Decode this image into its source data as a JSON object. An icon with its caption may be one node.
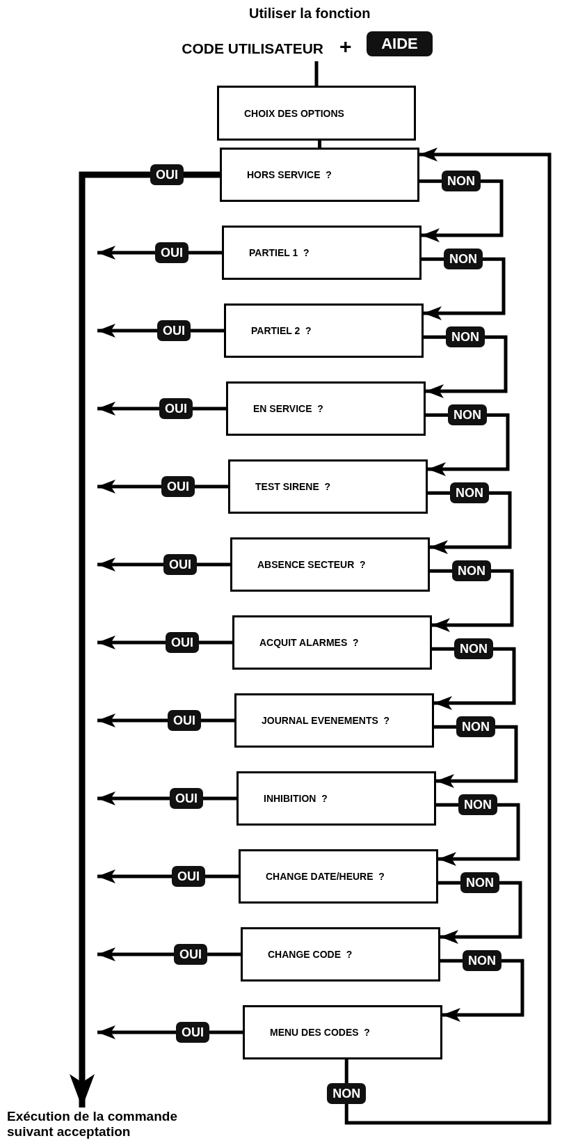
{
  "diagram": {
    "nodes": [
      {
        "text": [
          "CODE UTILISATEUR"
        ]
      },
      {
        "text": [
          "AIDE"
        ]
      },
      {
        "text": [
          "CHOIX DES OPTIONS"
        ]
      },
      {
        "text": [
          "HORS SERVICE  ?"
        ]
      },
      {
        "text": [
          "PARTIEL 1  ?"
        ]
      },
      {
        "text": [
          "PARTIEL 2  ?"
        ]
      },
      {
        "text": [
          "EN SERVICE  ?"
        ]
      },
      {
        "text": [
          "TEST SIRENE  ?"
        ]
      },
      {
        "text": [
          "ABSENCE SECTEUR  ?"
        ]
      },
      {
        "text": [
          "ACQUIT ALARMES  ?"
        ]
      },
      {
        "text": [
          "JOURNAL EVENEMENTS  ?"
        ]
      },
      {
        "text": [
          "INHIBITION  ?"
        ]
      },
      {
        "text": [
          "CHANGE DATE/HEURE  ?"
        ]
      },
      {
        "text": [
          "CHANGE CODE  ?"
        ]
      },
      {
        "text": [
          "MENU DES CODES  ?"
        ]
      },
      {
        "text": [
          "Exécution de la commande suivant acceptation"
        ]
      }
    ],
    "edges": [
      {
        "from": 0,
        "to": 2,
        "arrow": "none"
      },
      {
        "from": 2,
        "to": 3,
        "arrow": "none"
      },
      {
        "from": 3,
        "to": 15,
        "arrow": "to",
        "label": "OUI",
        "style": "thick"
      },
      {
        "from": 4,
        "to": null,
        "arrow": "to",
        "label": "OUI"
      },
      {
        "from": 5,
        "to": null,
        "arrow": "to",
        "label": "OUI"
      },
      {
        "from": 6,
        "to": null,
        "arrow": "to",
        "label": "OUI"
      },
      {
        "from": 7,
        "to": null,
        "arrow": "to",
        "label": "OUI"
      },
      {
        "from": 8,
        "to": null,
        "arrow": "to",
        "label": "OUI"
      },
      {
        "from": 9,
        "to": null,
        "arrow": "to",
        "label": "OUI"
      },
      {
        "from": 10,
        "to": null,
        "arrow": "to",
        "label": "OUI"
      },
      {
        "from": 11,
        "to": null,
        "arrow": "to",
        "label": "OUI"
      },
      {
        "from": 12,
        "to": null,
        "arrow": "to",
        "label": "OUI"
      },
      {
        "from": 13,
        "to": null,
        "arrow": "to",
        "label": "OUI"
      },
      {
        "from": 14,
        "to": null,
        "arrow": "to",
        "label": "OUI"
      },
      {
        "from": 3,
        "to": 4,
        "arrow": "to",
        "label": "NON"
      },
      {
        "from": 4,
        "to": 5,
        "arrow": "to",
        "label": "NON"
      },
      {
        "from": 5,
        "to": 6,
        "arrow": "to",
        "label": "NON"
      },
      {
        "from": 6,
        "to": 7,
        "arrow": "to",
        "label": "NON"
      },
      {
        "from": 7,
        "to": 8,
        "arrow": "to",
        "label": "NON"
      },
      {
        "from": 8,
        "to": 9,
        "arrow": "to",
        "label": "NON"
      },
      {
        "from": 9,
        "to": 10,
        "arrow": "to",
        "label": "NON"
      },
      {
        "from": 10,
        "to": 11,
        "arrow": "to",
        "label": "NON"
      },
      {
        "from": 11,
        "to": 12,
        "arrow": "to",
        "label": "NON"
      },
      {
        "from": 12,
        "to": 13,
        "arrow": "to",
        "label": "NON"
      },
      {
        "from": 13,
        "to": 14,
        "arrow": "to",
        "label": "NON"
      },
      {
        "from": 14,
        "to": 3,
        "arrow": "to",
        "label": "NON"
      }
    ],
    "labels": [
      "Utiliser la fonction",
      "+"
    ]
  }
}
